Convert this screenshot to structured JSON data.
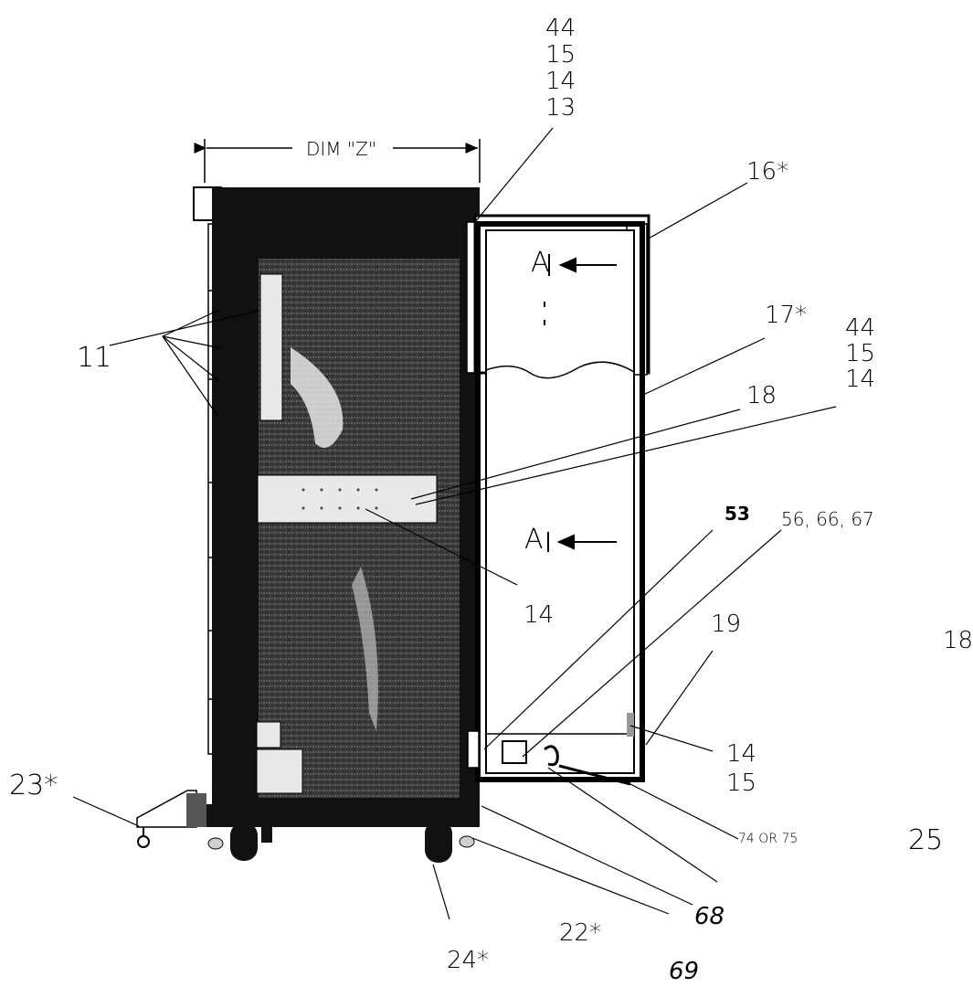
{
  "dimension": {
    "label": "DIM \"Z\""
  },
  "callouts": {
    "top_stack": [
      "44",
      "15",
      "14",
      "13"
    ],
    "c16": "16*",
    "c17": "17*",
    "right_stack": [
      "44",
      "15",
      "14"
    ],
    "c18": "18",
    "c11": "11",
    "section_a_upper": "A",
    "section_a_lower": "A",
    "c53": "53",
    "c56": "56, 66, 67",
    "c14_mid": "14",
    "c19": "19",
    "c14_15": [
      "14",
      "15"
    ],
    "c23": "23*",
    "c74": "74 OR 75",
    "c25": "25",
    "c18_edge": "18",
    "c68": "68",
    "c22": "22*",
    "c24": "24*",
    "c69": "69"
  },
  "colors": {
    "ink": "#000000",
    "paper": "#ffffff",
    "shade": "#2a2a2a"
  }
}
